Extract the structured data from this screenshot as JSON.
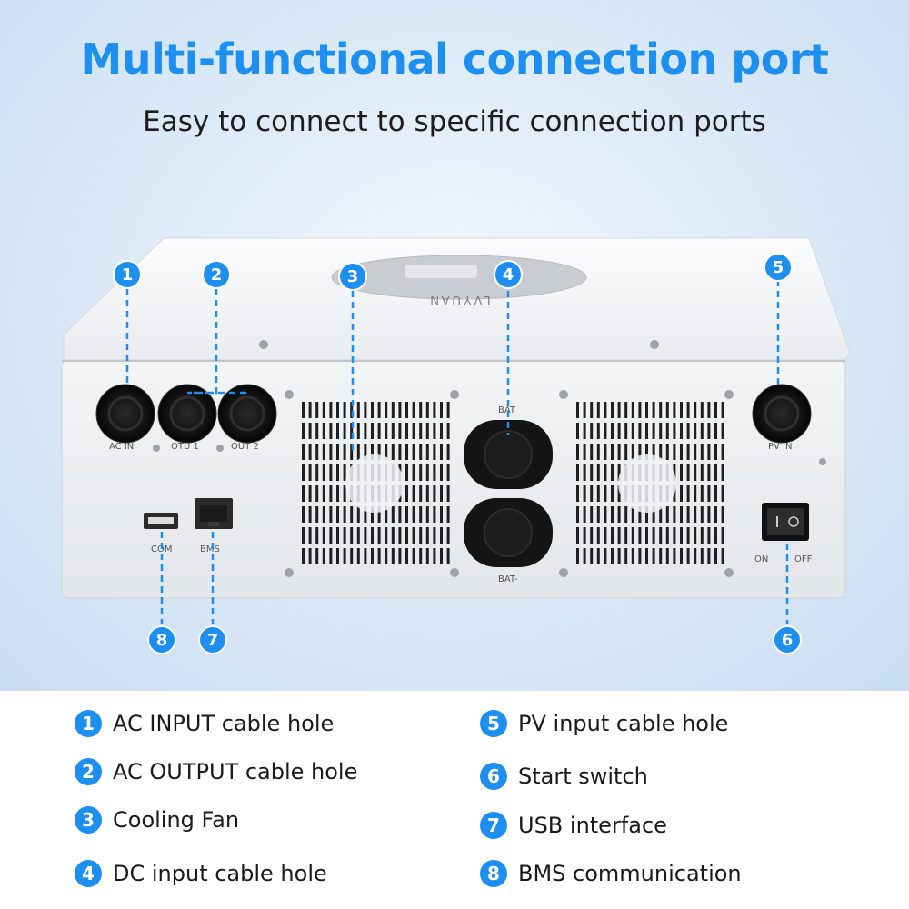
{
  "header": {
    "title": "Multi-functional connection port",
    "subtitle": "Easy to connect to specific connection ports"
  },
  "device": {
    "brand": "LVYUAN",
    "ports": {
      "ac_in": "AC IN",
      "out1": "OTU 1",
      "out2": "OUT 2",
      "pv_in": "PV IN",
      "com": "COM",
      "bms": "BMS",
      "bat_pos": "BAT",
      "bat_neg": "BAT-",
      "switch_on": "ON",
      "switch_off": "OFF"
    },
    "callouts": [
      "1",
      "2",
      "3",
      "4",
      "5",
      "6",
      "7",
      "8"
    ]
  },
  "legend": {
    "items": [
      {
        "num": "1",
        "text": "AC INPUT cable hole"
      },
      {
        "num": "2",
        "text": "AC OUTPUT cable hole"
      },
      {
        "num": "3",
        "text": "Cooling Fan"
      },
      {
        "num": "4",
        "text": "DC input cable hole"
      },
      {
        "num": "5",
        "text": "PV input cable hole"
      },
      {
        "num": "6",
        "text": "Start switch"
      },
      {
        "num": "7",
        "text": "USB interface"
      },
      {
        "num": "8",
        "text": "BMS communication"
      }
    ]
  },
  "colors": {
    "accent": "#1d8ff0",
    "device_body": "#f1f3f4",
    "port_black": "#161616"
  }
}
